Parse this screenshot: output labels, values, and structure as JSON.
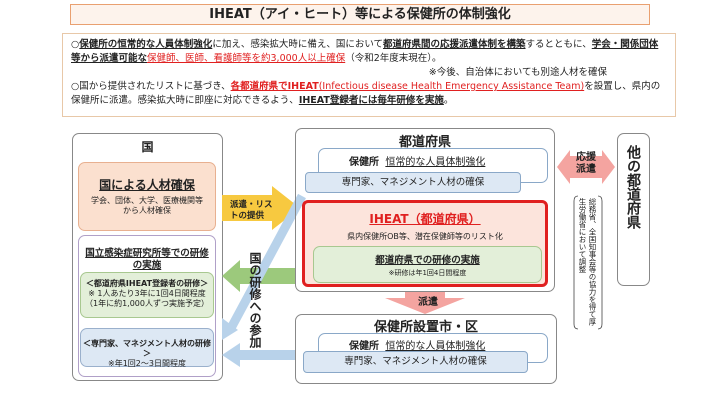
{
  "title": "IHEAT（アイ・ヒート）等による保健所の体制強化",
  "intro": {
    "p1_a": "○",
    "p1_b": "保健所の恒常的な人員体制強化",
    "p1_c": "に加え、感染拡大時に備え、国において",
    "p1_d": "都道府県間の応援派遣体制を構築",
    "p1_e": "するとともに、",
    "p1_f": "学会・関係団体等から派遣可能な",
    "p1_g": "保健師、医師、看護師等を約3,000人以上確保",
    "p1_h": "（令和2年度末現在）。",
    "note": "※今後、自治体においても別途人材を確保",
    "p2_a": "○国から提供されたリストに基づき、",
    "p2_b": "各都道府県でIHEAT",
    "p2_c": "(Infectious disease Health Emergency Assistance Team)",
    "p2_d": "を設置し、県内の保健所に派遣。感染拡大時に即座に対応できるよう、",
    "p2_e": "IHEAT登録者には毎年研修を実施",
    "p2_f": "。"
  },
  "kuni": {
    "title": "国",
    "secure_title": "国による人材確保",
    "secure_desc": "学会、団体、大学、医療機関等から人材確保",
    "training_title": "国立感染症研究所等での研修の実施",
    "t1_title": "＜都道府県IHEAT登録者の研修＞",
    "t1_note1": "※ 1人あたり3年に1回4日間程度",
    "t1_note2": "（1年に約1,000人ずつ実施予定）",
    "t2_title": "＜専門家、マネジメント人材の研修＞",
    "t2_note": "※年1回2～3日間程度"
  },
  "arrows": {
    "provide": "派遣・リストの提供",
    "participate": "国の研修への参加",
    "dispatch": "派遣",
    "support": "応援派遣",
    "coordination": "総務省、全国知事会等の協力を得て厚生労働省において調整"
  },
  "pref": {
    "title": "都道府県",
    "hc_label": "保健所",
    "hc_desc": "恒常的な人員体制強化",
    "experts": "専門家、マネジメント人材の確保",
    "iheat_title": "IHEAT（都道府県）",
    "iheat_desc": "県内保健所OB等、潜在保健師等のリスト化",
    "training_title": "都道府県での研修の実施",
    "training_note": "※研修は年1回4日間程度"
  },
  "city": {
    "title": "保健所設置市・区",
    "hc_label": "保健所",
    "hc_desc": "恒常的な人員体制強化",
    "experts": "専門家、マネジメント人材の確保"
  },
  "other": {
    "title": "他の都道府県"
  }
}
